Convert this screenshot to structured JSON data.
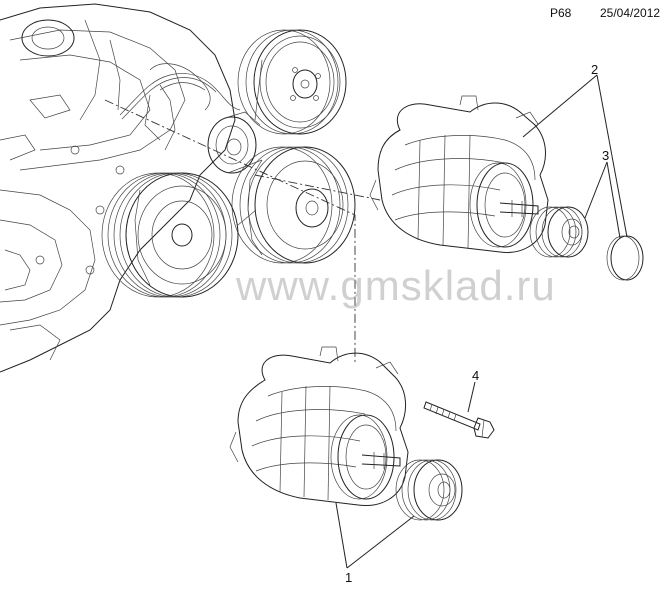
{
  "header": {
    "page_code": "P68",
    "date": "25/04/2012"
  },
  "watermark": "www.gmsklad.ru",
  "callouts": [
    {
      "id": "1",
      "label": "1"
    },
    {
      "id": "2",
      "label": "2"
    },
    {
      "id": "3",
      "label": "3"
    },
    {
      "id": "4",
      "label": "4"
    }
  ]
}
